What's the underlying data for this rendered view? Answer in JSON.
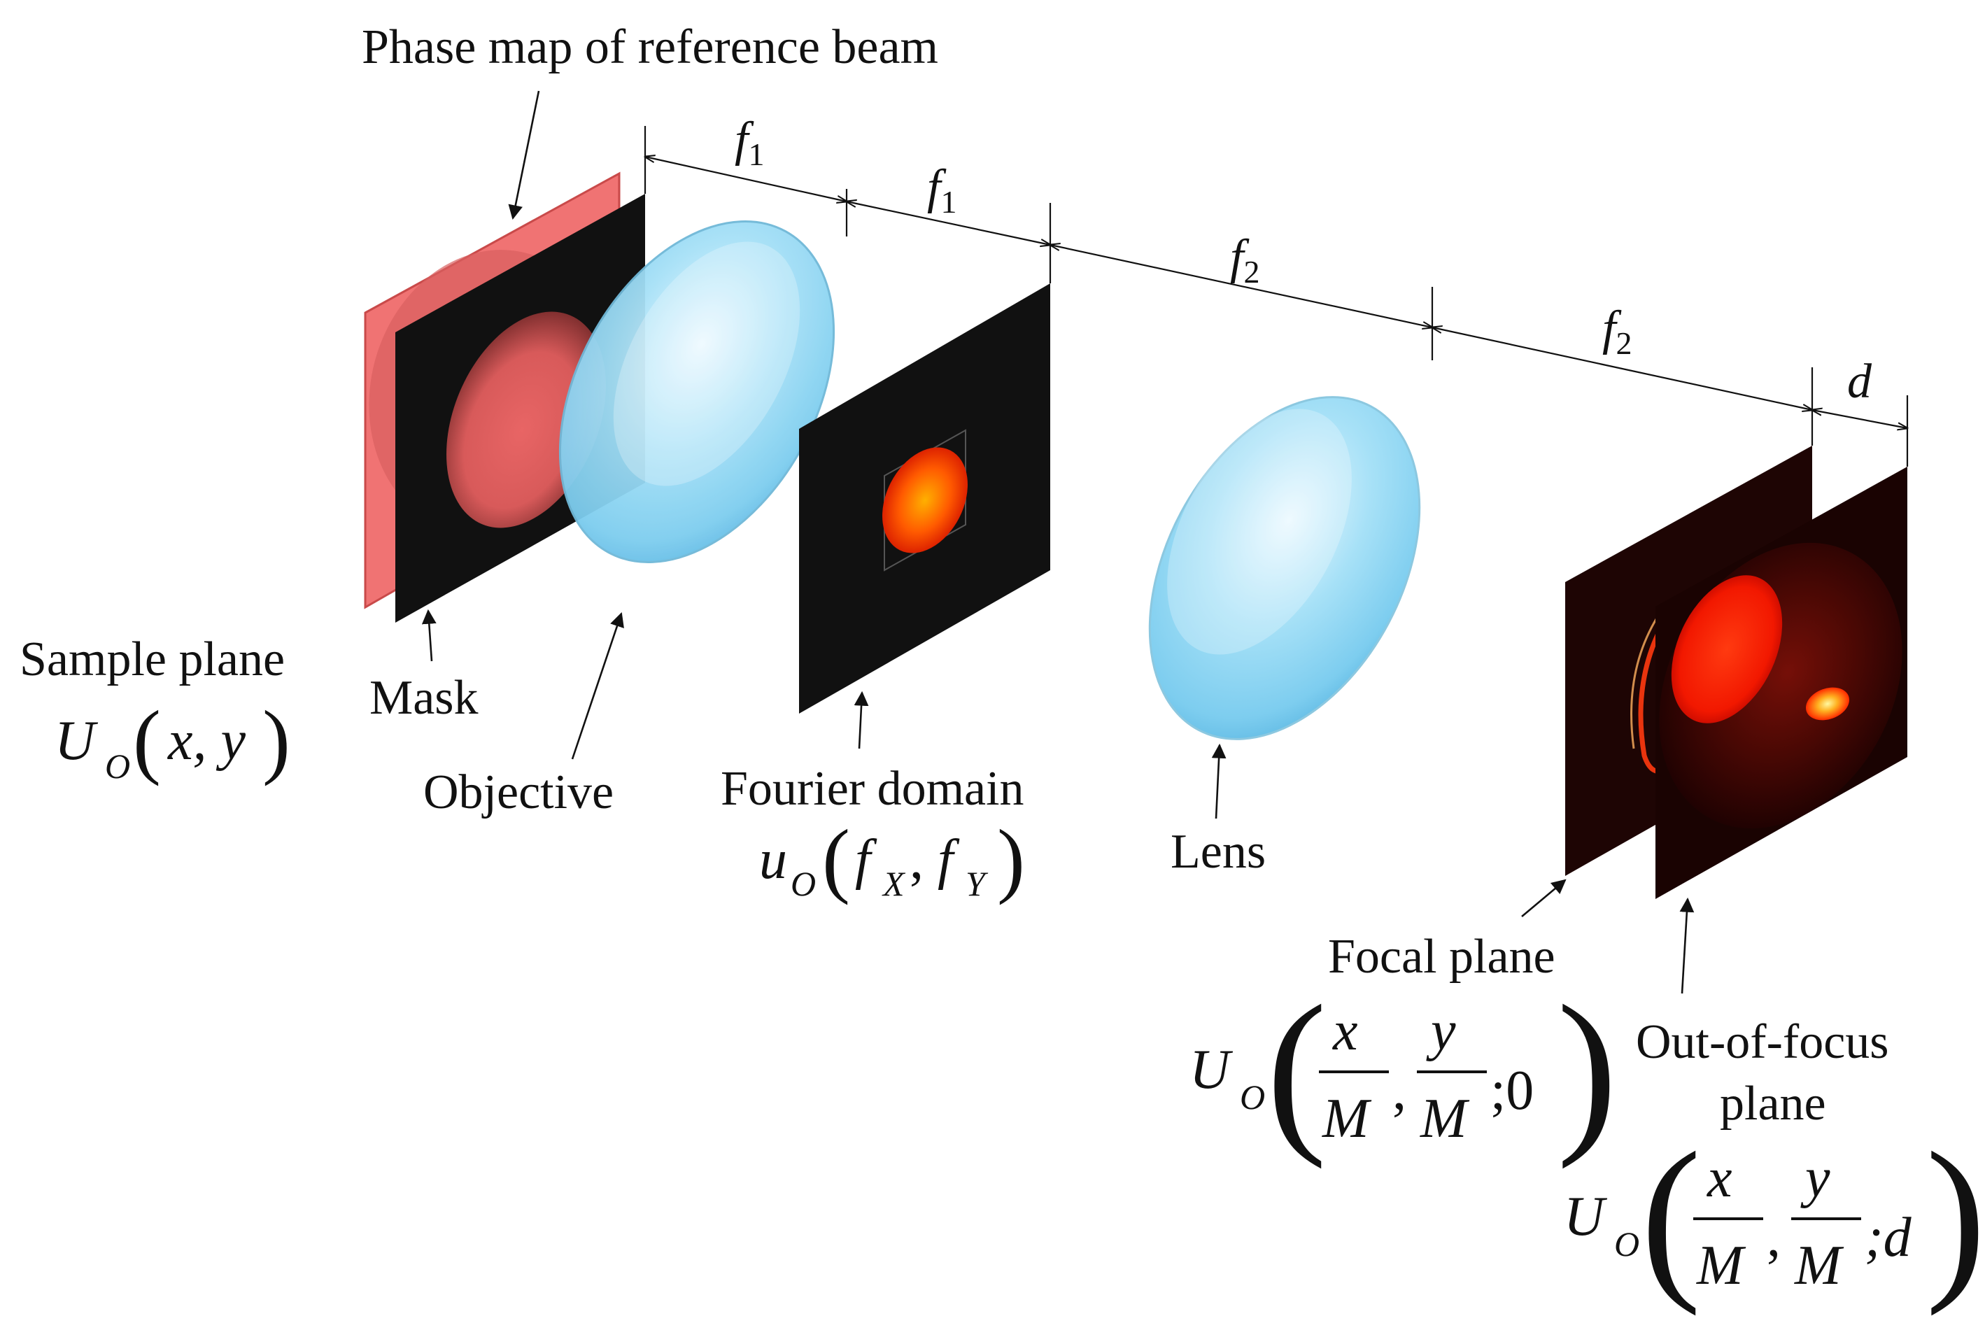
{
  "labels": {
    "phase_map": "Phase map of reference beam",
    "sample_plane": "Sample plane",
    "mask": "Mask",
    "objective": "Objective",
    "fourier_domain": "Fourier domain",
    "lens": "Lens",
    "focal_plane": "Focal plane",
    "out_of_focus_line1": "Out-of-focus",
    "out_of_focus_line2": "plane"
  },
  "distances": {
    "f1": "f",
    "f1_sub": "1",
    "f2": "f",
    "f2_sub": "2",
    "d": "d"
  },
  "formulas": {
    "sample_U": "U",
    "sample_sub": "O",
    "sample_args": "x, y",
    "fourier_u": "u",
    "fourier_sub": "O",
    "fourier_f": "f",
    "fourier_fx_sub": "X",
    "fourier_fy_sub": "Y",
    "fourier_comma": ",",
    "frac_x": "x",
    "frac_y": "y",
    "frac_M": "M",
    "focal_tail": ";0",
    "oof_tail": ";d",
    "comma": ","
  },
  "colors": {
    "phase_map": "#f07373",
    "plane_black": "#111111",
    "lens_blue": "#9fdcf5",
    "red_glow": "#ff2a00"
  }
}
